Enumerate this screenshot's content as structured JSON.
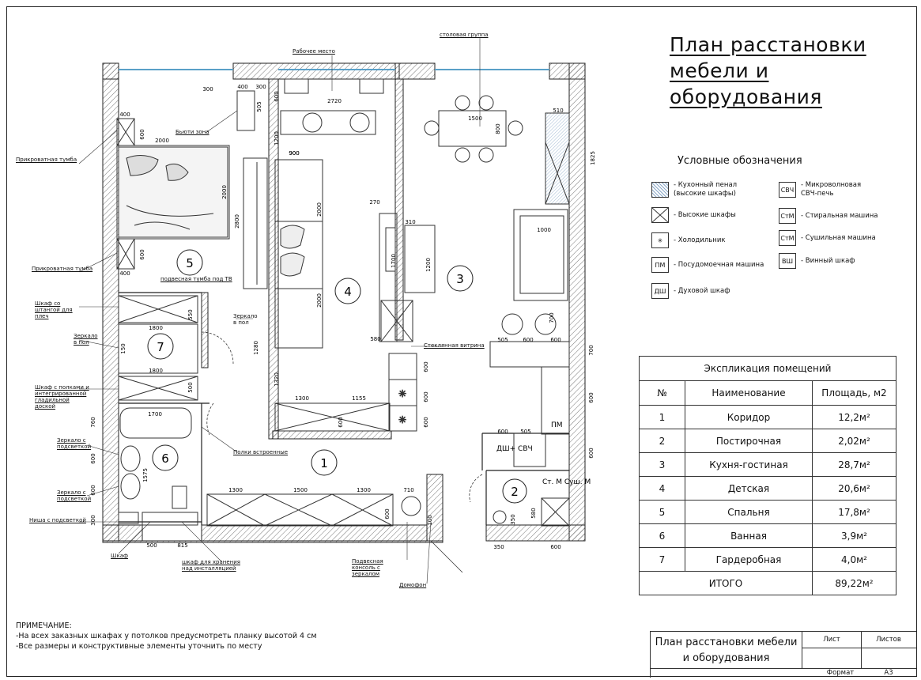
{
  "title": [
    "План расстановки",
    "мебели и",
    "оборудования"
  ],
  "legend": {
    "title": "Условные обозначения",
    "items": [
      {
        "symbol": "",
        "label": "- Кухонный пенал (высокие шкафы)"
      },
      {
        "symbol": "",
        "label": "- Высокие шкафы"
      },
      {
        "symbol": "✳",
        "label": "- Холодильник"
      },
      {
        "symbol": "ПМ",
        "label": "- Посудомоечная машина"
      },
      {
        "symbol": "ДШ",
        "label": "- Духовой шкаф"
      },
      {
        "symbol": "СВЧ",
        "label": "- Микроволновая СВЧ-печь"
      },
      {
        "symbol": "СтМ",
        "label": "- Стиральная машина"
      },
      {
        "symbol": "СтМ",
        "label": "- Сушильная машина"
      },
      {
        "symbol": "ВШ",
        "label": "- Винный шкаф"
      }
    ]
  },
  "explication": {
    "title": "Экспликация помещений",
    "headers": [
      "№",
      "Наименование",
      "Площадь, м2"
    ],
    "rows": [
      {
        "n": "1",
        "name": "Коридор",
        "area": "12,2м²"
      },
      {
        "n": "2",
        "name": "Постирочная",
        "area": "2,02м²"
      },
      {
        "n": "3",
        "name": "Кухня-гостиная",
        "area": "28,7м²"
      },
      {
        "n": "4",
        "name": "Детская",
        "area": "20,6м²"
      },
      {
        "n": "5",
        "name": "Спальня",
        "area": "17,8м²"
      },
      {
        "n": "6",
        "name": "Ванная",
        "area": "3,9м²"
      },
      {
        "n": "7",
        "name": "Гардеробная",
        "area": "4,0м²"
      }
    ],
    "total_label": "ИТОГО",
    "total_area": "89,22м²"
  },
  "note": {
    "heading": "ПРИМЕЧАНИЕ:",
    "lines": [
      "-На всех заказных шкафах у потолков предусмотреть планку высотой 4 см",
      "-Все размеры и конструктивные элементы уточнить по месту"
    ]
  },
  "stamp": {
    "title": "План расстановки мебели и оборудования",
    "sheet": "Лист",
    "sheets": "Листов",
    "format_label": "Формат",
    "format_value": "А3"
  },
  "plan": {
    "room_numbers": [
      "1",
      "2",
      "3",
      "4",
      "5",
      "6",
      "7"
    ],
    "labels": {
      "workplace": "Рабочее место",
      "dining": "столовая группа",
      "bedside1": "Прикроватная тумба",
      "bedside2": "Прикроватная тумба",
      "beauty": "Бьюти зона",
      "tv": "подвесная тумба под ТВ",
      "wardrobe_rod": "Шкаф со штангой для плеч",
      "mirror7": "Зеркало в пол",
      "mirror4": "Зеркало в пол",
      "wardrobe_shelves": "Шкаф с полками и интегрированной гладильной доской",
      "mirror_light1": "Зеркало с подсветкой",
      "mirror_light2": "Зеркало с подсветкой",
      "niche": "Ниша с подсветкой",
      "cabinet": "Шкаф",
      "shelves_builtin": "Полки встроенные",
      "install_cabinet": "шкаф для хранения над инсталляцией",
      "console": "Подвесная консоль с зеркалом",
      "intercom": "Домофон",
      "glass_cabinet": "Стеклянная витрина"
    },
    "appliance_labels": {
      "oven_mw": "ДШ+ СВЧ",
      "dishwasher": "ПМ",
      "washer": "Ст. М Суш. М"
    },
    "dims": [
      "300",
      "400",
      "300",
      "505",
      "600",
      "2720",
      "1500",
      "800",
      "510",
      "1825",
      "900",
      "2000",
      "2000",
      "900",
      "1200",
      "270",
      "310",
      "1700",
      "1200",
      "2800",
      "2000",
      "2000",
      "1000",
      "700",
      "600",
      "400",
      "600",
      "400",
      "1800",
      "1800",
      "150",
      "550",
      "500",
      "1280",
      "1320",
      "1300",
      "1155",
      "600",
      "580",
      "505",
      "600",
      "600",
      "700",
      "600",
      "600",
      "600",
      "600",
      "1700",
      "760",
      "600",
      "1575",
      "600",
      "1300",
      "1500",
      "1300",
      "710",
      "600",
      "100",
      "300",
      "500",
      "815",
      "350",
      "580",
      "350",
      "600",
      "600",
      "505",
      "600"
    ]
  }
}
